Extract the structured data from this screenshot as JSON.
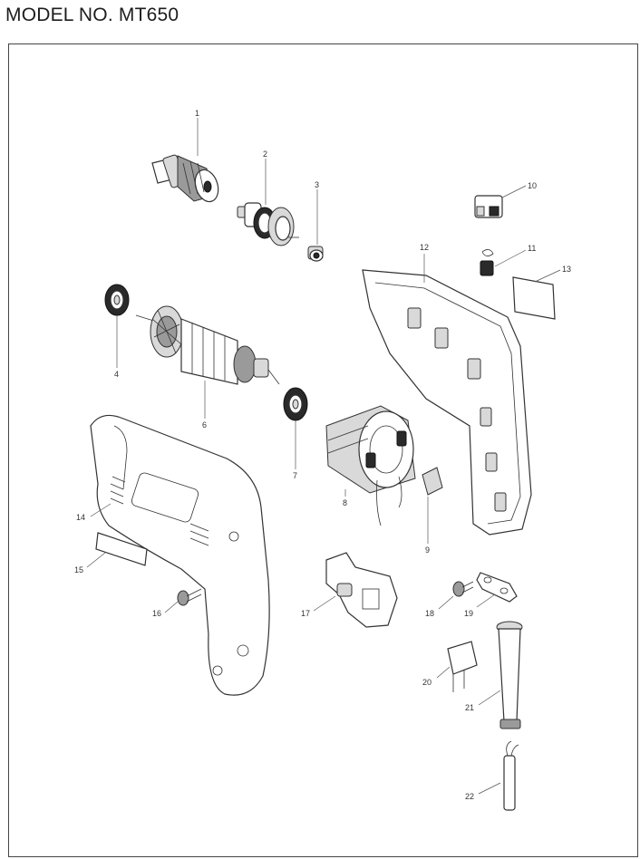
{
  "header": {
    "title": "MODEL NO. MT650"
  },
  "parts": [
    {
      "no": "1",
      "icon": "drill-chuck-icon"
    },
    {
      "no": "2",
      "icon": "spindle-gear-icon"
    },
    {
      "no": "3",
      "icon": "bearing-sleeve-icon"
    },
    {
      "no": "4",
      "icon": "ball-bearing-icon"
    },
    {
      "no": "6",
      "icon": "armature-icon"
    },
    {
      "no": "7",
      "icon": "ball-bearing-icon"
    },
    {
      "no": "8",
      "icon": "field-coil-icon"
    },
    {
      "no": "9",
      "icon": "insulation-paper-icon"
    },
    {
      "no": "10",
      "icon": "brush-holder-cap-icon"
    },
    {
      "no": "11",
      "icon": "carbon-brush-icon"
    },
    {
      "no": "12",
      "icon": "housing-half-icon"
    },
    {
      "no": "13",
      "icon": "name-plate-icon"
    },
    {
      "no": "14",
      "icon": "housing-body-icon"
    },
    {
      "no": "15",
      "icon": "label-plate-icon"
    },
    {
      "no": "16",
      "icon": "tapping-screw-icon"
    },
    {
      "no": "17",
      "icon": "trigger-switch-icon"
    },
    {
      "no": "18",
      "icon": "tapping-screw-icon"
    },
    {
      "no": "19",
      "icon": "strain-relief-icon"
    },
    {
      "no": "20",
      "icon": "noise-suppressor-icon"
    },
    {
      "no": "21",
      "icon": "cord-guard-icon"
    },
    {
      "no": "22",
      "icon": "power-cord-icon"
    }
  ]
}
